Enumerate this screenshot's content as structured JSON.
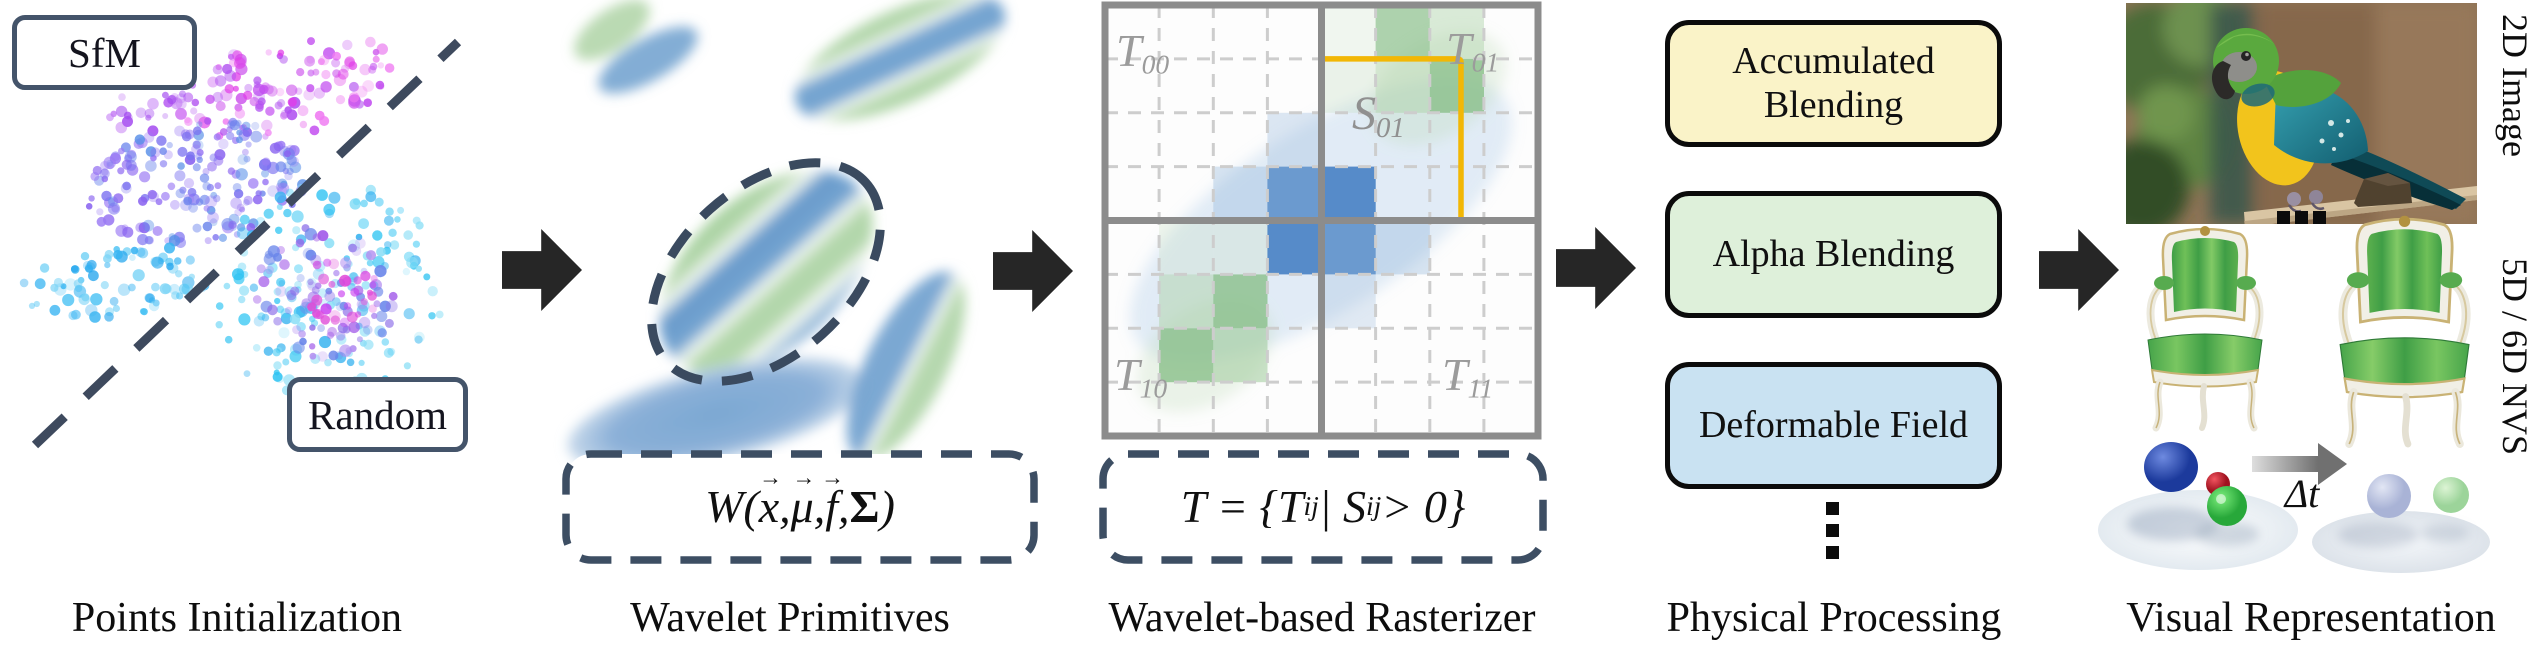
{
  "figure": {
    "type": "pipeline-diagram",
    "panels": {
      "points": {
        "caption": "Points Initialization",
        "sfm_label": "SfM",
        "random_label": "Random"
      },
      "wavelet": {
        "caption": "Wavelet Primitives",
        "formula": [
          {
            "t": "W("
          },
          {
            "t": "x",
            "vec": true
          },
          {
            "t": ", "
          },
          {
            "t": "μ",
            "vec": true
          },
          {
            "t": ", "
          },
          {
            "t": "f",
            "vec": true
          },
          {
            "t": ", "
          },
          {
            "t": "Σ",
            "bold": true
          },
          {
            "t": ")"
          }
        ]
      },
      "rasterizer": {
        "caption": "Wavelet-based Rasterizer",
        "tiles": [
          [
            {
              "t": "T"
            },
            {
              "sub": "00"
            }
          ],
          [
            {
              "t": "T"
            },
            {
              "sub": "01"
            }
          ],
          [
            {
              "t": "T"
            },
            {
              "sub": "10"
            }
          ],
          [
            {
              "t": "T"
            },
            {
              "sub": "11"
            }
          ]
        ],
        "selection": [
          {
            "t": "S"
          },
          {
            "sub": "01"
          }
        ],
        "formula": [
          {
            "t": "T = {T"
          },
          {
            "sub": "ij"
          },
          {
            "t": " | S"
          },
          {
            "sub": "ij"
          },
          {
            "t": " > 0}"
          }
        ]
      },
      "processing": {
        "caption": "Physical Processing",
        "boxes": [
          {
            "label": "Accumulated Blending",
            "fill": "#faf3c8"
          },
          {
            "label": "Alpha Blending",
            "fill": "#def0da"
          },
          {
            "label": "Deformable Field",
            "fill": "#c9e2f2"
          }
        ],
        "more_icon": "vertical-ellipsis"
      },
      "representation": {
        "caption": "Visual Representation",
        "side_labels": [
          "2D Image",
          "5D / 6D NVS"
        ],
        "more_icon": "horizontal-ellipsis",
        "delta_label": "Δt"
      }
    },
    "colors": {
      "arrow": "#262626",
      "dashed_outline": "#3d4e63",
      "grid_line": "#8c8c8c",
      "grid_subline": "#cdcdcd",
      "tile_label": "#9b9b9b",
      "selection_box": "#f2b705",
      "label_box_border": "#44546a",
      "wavelet_blue": "#6d9fce",
      "wavelet_green": "#aed4a6"
    }
  }
}
